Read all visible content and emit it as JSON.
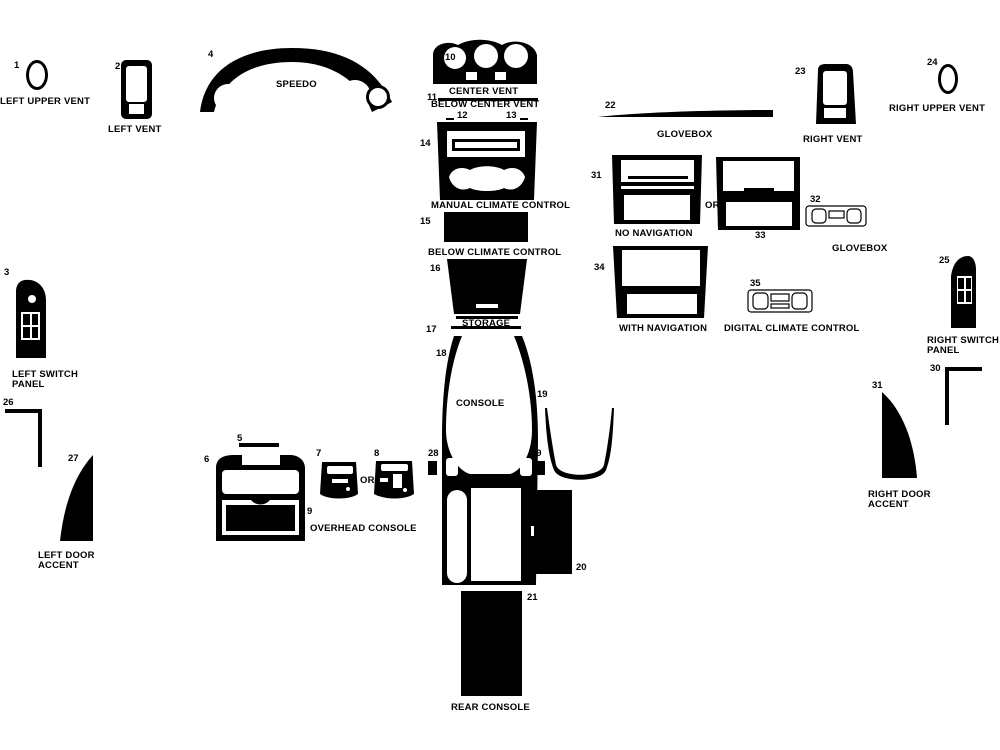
{
  "labels": {
    "left_upper_vent": "LEFT UPPER VENT",
    "left_vent": "LEFT VENT",
    "speedo": "SPEEDO",
    "center_vent": "CENTER VENT",
    "below_center_vent": "BELOW CENTER VENT",
    "glovebox_top": "GLOVEBOX",
    "right_vent": "RIGHT VENT",
    "right_upper_vent": "RIGHT UPPER VENT",
    "manual_climate_control": "MANUAL CLIMATE CONTROL",
    "no_navigation": "NO NAVIGATION",
    "or_1": "OR",
    "glovebox_mid": "GLOVEBOX",
    "below_climate_control": "BELOW CLIMATE CONTROL",
    "storage": "STORAGE",
    "with_navigation": "WITH NAVIGATION",
    "digital_climate_control": "DIGITAL CLIMATE CONTROL",
    "left_switch_panel_1": "LEFT SWITCH",
    "left_switch_panel_2": "PANEL",
    "right_switch_panel_1": "RIGHT SWITCH",
    "right_switch_panel_2": "PANEL",
    "console": "CONSOLE",
    "overhead_console": "OVERHEAD CONSOLE",
    "or_2": "OR",
    "left_door_accent_1": "LEFT DOOR",
    "left_door_accent_2": "ACCENT",
    "right_door_accent_1": "RIGHT DOOR",
    "right_door_accent_2": "ACCENT",
    "rear_console": "REAR CONSOLE"
  },
  "numbers": {
    "n1": "1",
    "n2": "2",
    "n3": "3",
    "n4": "4",
    "n5": "5",
    "n6": "6",
    "n7": "7",
    "n8": "8",
    "n9": "9",
    "n10": "10",
    "n11": "11",
    "n12": "12",
    "n13": "13",
    "n14": "14",
    "n15": "15",
    "n16": "16",
    "n17": "17",
    "n18": "18",
    "n19": "19",
    "n20": "20",
    "n21": "21",
    "n22": "22",
    "n23": "23",
    "n24": "24",
    "n25": "25",
    "n26": "26",
    "n27": "27",
    "n28": "28",
    "n29": "29",
    "n30": "30",
    "n31a": "31",
    "n31b": "31",
    "n32": "32",
    "n33": "33",
    "n34": "34",
    "n35": "35"
  },
  "colors": {
    "part_fill": "#000000",
    "background": "#ffffff"
  }
}
